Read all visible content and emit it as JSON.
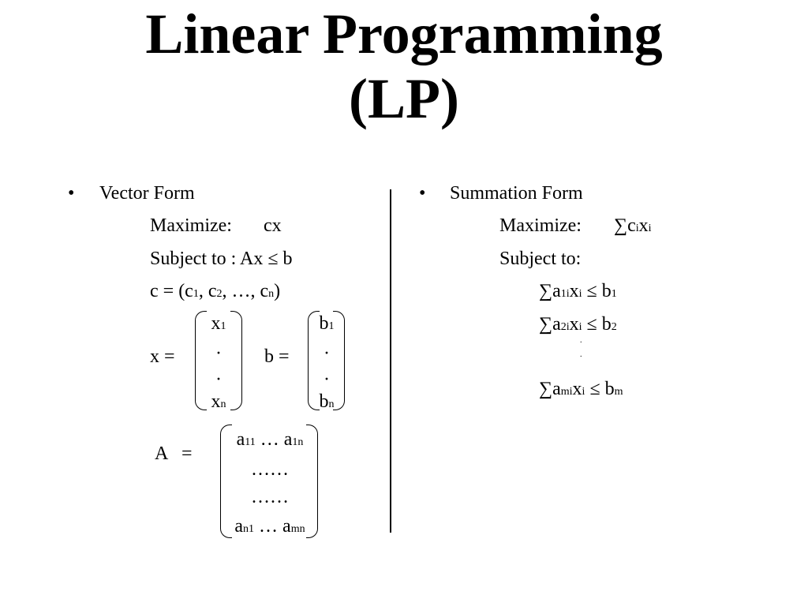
{
  "title_line1": "Linear Programming",
  "title_line2": "(LP)",
  "left": {
    "bullet": "•",
    "heading": "Vector Form",
    "maximize_label": "Maximize:",
    "maximize_expr": "cx",
    "subject_to": "Subject to : Ax ≤ b",
    "c_vec": {
      "prefix": "c = (c",
      "s1": "1",
      "mid1": ", c",
      "s2": "2",
      "mid2": ", …, c",
      "sn": "n",
      "suffix": ")"
    },
    "x_vec": {
      "label": "x =",
      "top": "x",
      "top_sub": "1",
      "dot1": "·",
      "dot2": "·",
      "bottom": "x",
      "bottom_sub": "n"
    },
    "b_vec": {
      "label": "b =",
      "top": "b",
      "top_sub": "1",
      "dot1": "·",
      "dot2": "·",
      "bottom": "b",
      "bottom_sub": "n"
    },
    "A_mat": {
      "label": "A   =",
      "r1": {
        "a": "a",
        "s1": "11",
        "dots": " … a",
        "s2": "1n"
      },
      "r2": "……",
      "r3": "……",
      "r4": {
        "a": "a",
        "s1": "n1",
        "dots": " … a",
        "s2": "mn"
      }
    }
  },
  "right": {
    "bullet": "•",
    "heading": "Summation Form",
    "maximize_label": "Maximize:",
    "max_expr": {
      "sum": "∑c",
      "s1": "i",
      "x": "x",
      "s2": "i"
    },
    "subject_to": "Subject to:",
    "c1": {
      "sum": "∑a",
      "s1": "1i",
      "x": "x",
      "s2": "i",
      "rel": " ≤ b",
      "s3": "1"
    },
    "c2": {
      "sum": "∑a",
      "s1": "2i",
      "x": "x",
      "s2": "i",
      "rel": " ≤ b",
      "s3": "2"
    },
    "vdot1": ".",
    "vdot2": ".",
    "cm": {
      "sum": "∑a",
      "s1": "mi",
      "x": "x",
      "s2": "i",
      "rel": " ≤ b",
      "s3": "m"
    }
  }
}
